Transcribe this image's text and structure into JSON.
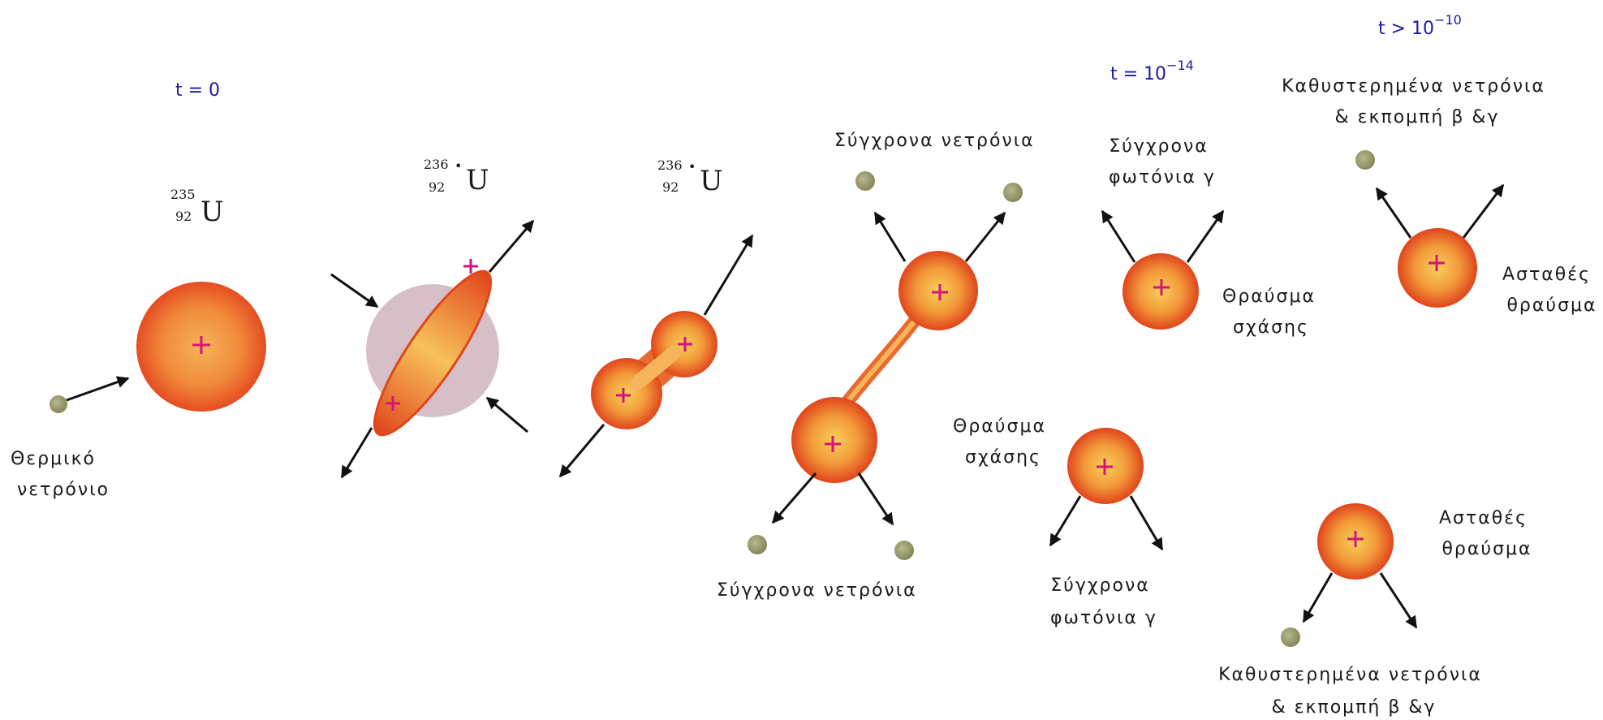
{
  "times": {
    "t0": {
      "base": "t = 0",
      "sup": ""
    },
    "t14": {
      "base": "t = 10",
      "sup": "−14"
    },
    "t10": {
      "base": "t > 10",
      "sup": "−10"
    }
  },
  "nuclides": {
    "u235": {
      "mass": "235",
      "z": "92",
      "symbol": "U",
      "star": ""
    },
    "u236a": {
      "mass": "236",
      "z": "92",
      "symbol": "U",
      "star": "•"
    },
    "u236b": {
      "mass": "236",
      "z": "92",
      "symbol": "U",
      "star": "•"
    }
  },
  "labels": {
    "thermal_neutron": [
      "Θερμικό",
      "νετρόνιο"
    ],
    "prompt_neutrons_top": "Σύγχρονα νετρόνια",
    "prompt_neutrons_bottom": "Σύγχρονα νετρόνια",
    "prompt_photons_top": [
      "Σύγχρονα",
      "φωτόνια γ"
    ],
    "prompt_photons_bottom": [
      "Σύγχρονα",
      "φωτόνια γ"
    ],
    "fission_fragment_top": [
      "Θραύσμα",
      "σχάσης"
    ],
    "fission_fragment_bottom": [
      "Θραύσμα",
      "σχάσης"
    ],
    "delayed_top": [
      "Καθυστερημένα νετρόνια",
      "& εκπομπή β &γ"
    ],
    "delayed_bottom": [
      "Καθυστερημένα νετρόνια",
      "& εκπομπή β &γ"
    ],
    "unstable_top": [
      "Ασταθές",
      "θραύσμα"
    ],
    "unstable_bottom": [
      "Ασταθές",
      "θραύσμα"
    ]
  },
  "colors": {
    "nucleus_core": "#f6c050",
    "nucleus_edge": "#e0451c",
    "neutron": "#9c9c6a",
    "compound_halo": "#c9a9b6",
    "plus": "#d4147a",
    "time_text": "#1a1aa8"
  }
}
